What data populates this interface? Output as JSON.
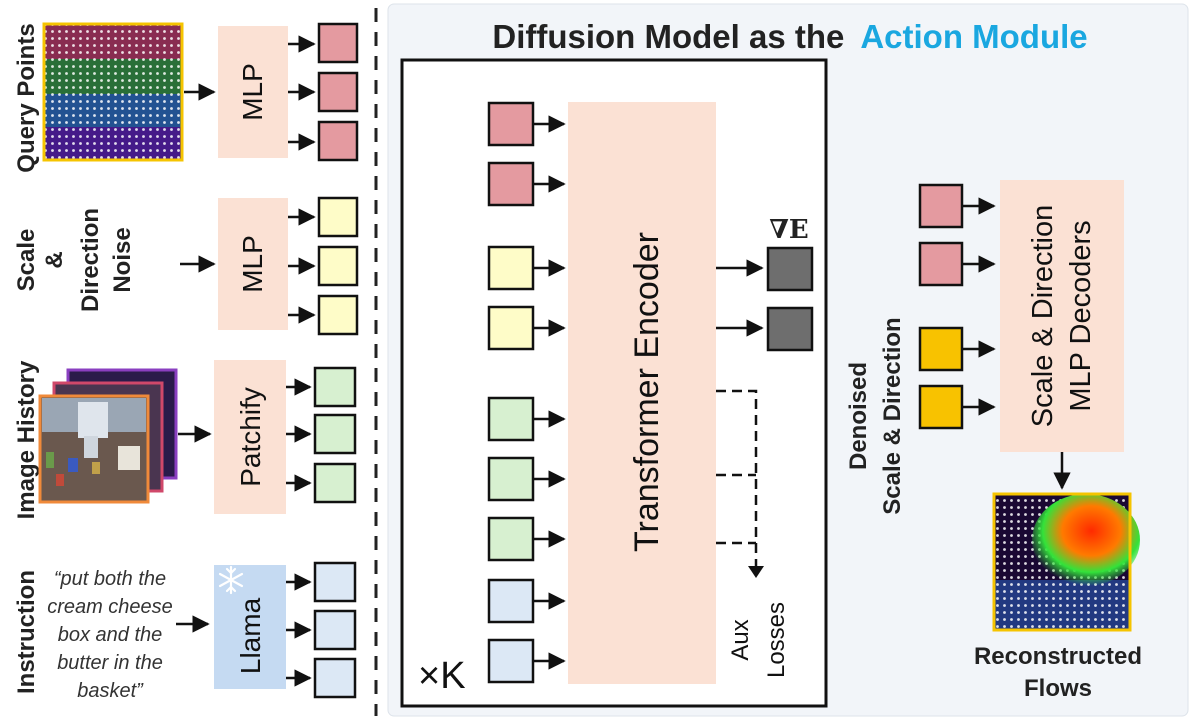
{
  "title": {
    "prefix": "Diffusion Model as the",
    "highlight": "Action Module",
    "highlight_color": "#1aa7e0"
  },
  "inputs": {
    "query_points": {
      "label": "Query Points",
      "module": "MLP"
    },
    "noise": {
      "label_line1": "Scale",
      "label_line2": "&",
      "label_line3": "Direction",
      "label_line4": "Noise",
      "module": "MLP"
    },
    "image_history": {
      "label": "Image History",
      "module": "Patchify"
    },
    "instruction": {
      "label": "Instruction",
      "module": "Llama",
      "module_icon": "snowflake-icon",
      "text_lines": [
        "“put both the",
        "cream cheese",
        "box and the",
        "butter in the",
        "basket”"
      ]
    }
  },
  "encoder": {
    "label": "Transformer Encoder",
    "repeat_label": "×K",
    "grad_label": "∇E",
    "aux_line1": "Aux",
    "aux_line2": "Losses"
  },
  "decoder": {
    "line1": "Scale & Direction",
    "line2": "MLP Decoders",
    "denoised_line1": "Denoised",
    "denoised_line2": "Scale & Direction",
    "output_line1": "Reconstructed",
    "output_line2": "Flows"
  },
  "colors": {
    "query_token": "#e49aa0",
    "noise_token": "#fefcc8",
    "image_token": "#d7f0d0",
    "text_token": "#dce8f5",
    "denoised_token": "#f8c200",
    "grad_token": "#6e6e6e",
    "module_fill": "#fbe1d4",
    "llama_fill": "#c5daf2",
    "panel_fill": "#f2f5f9",
    "accent": "#1aa7e0"
  }
}
